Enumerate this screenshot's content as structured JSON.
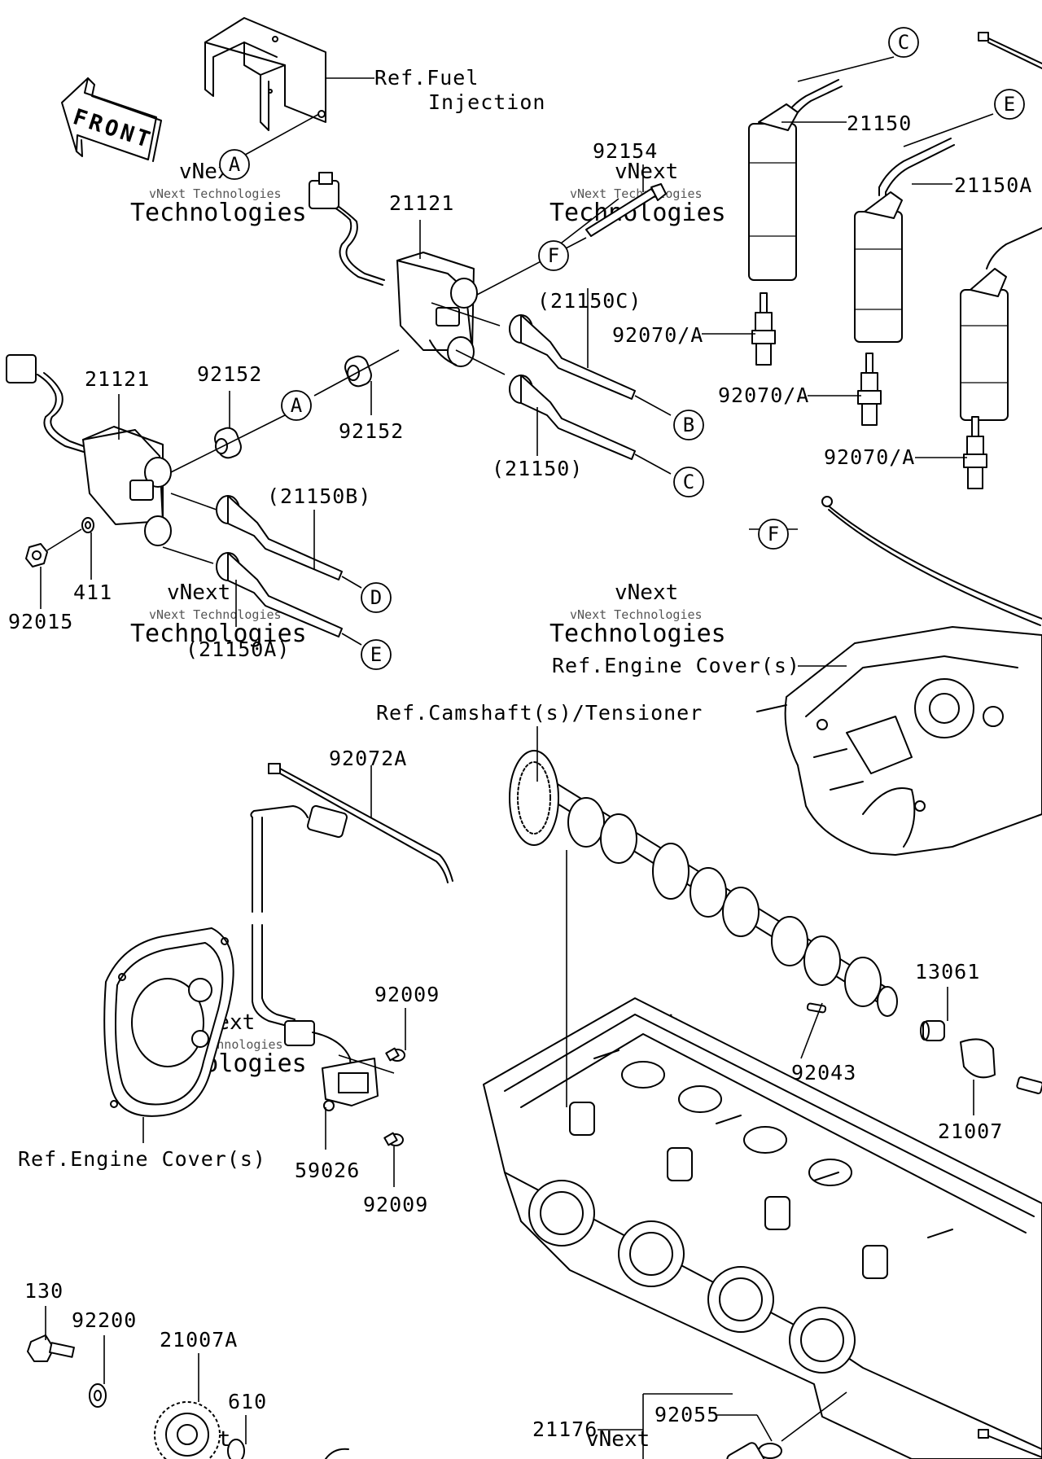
{
  "front_arrow": {
    "label": "FRONT"
  },
  "callouts": [
    {
      "key": "ref_fuel_1",
      "text": "Ref.Fuel"
    },
    {
      "key": "ref_fuel_2",
      "text": "Injection"
    },
    {
      "key": "p92154",
      "text": "92154"
    },
    {
      "key": "p21121_top",
      "text": "21121"
    },
    {
      "key": "p21150_top",
      "text": "21150"
    },
    {
      "key": "p21150a_top",
      "text": "21150A"
    },
    {
      "key": "p21150c",
      "text": "(21150C)"
    },
    {
      "key": "p92070_1",
      "text": "92070/A"
    },
    {
      "key": "p92070_2",
      "text": "92070/A"
    },
    {
      "key": "p92070_3",
      "text": "92070/A"
    },
    {
      "key": "p21121_left",
      "text": "21121"
    },
    {
      "key": "p92152_left",
      "text": "92152"
    },
    {
      "key": "p92152_mid",
      "text": "92152"
    },
    {
      "key": "p21150_paren",
      "text": "(21150)"
    },
    {
      "key": "p21150b",
      "text": "(21150B)"
    },
    {
      "key": "p411",
      "text": "411"
    },
    {
      "key": "p92015",
      "text": "92015"
    },
    {
      "key": "p21150a_paren",
      "text": "(21150A)"
    },
    {
      "key": "ref_engine_cover_right",
      "text": "Ref.Engine Cover(s)"
    },
    {
      "key": "ref_camshaft",
      "text": "Ref.Camshaft(s)/Tensioner"
    },
    {
      "key": "p92072a",
      "text": "92072A"
    },
    {
      "key": "p13061",
      "text": "13061"
    },
    {
      "key": "p92009_top",
      "text": "92009"
    },
    {
      "key": "p92043",
      "text": "92043"
    },
    {
      "key": "p21007",
      "text": "21007"
    },
    {
      "key": "ref_engine_cover_left",
      "text": "Ref.Engine Cover(s)"
    },
    {
      "key": "p59026",
      "text": "59026"
    },
    {
      "key": "p92009_bottom",
      "text": "92009"
    },
    {
      "key": "p130",
      "text": "130"
    },
    {
      "key": "p92200",
      "text": "92200"
    },
    {
      "key": "p21007a",
      "text": "21007A"
    },
    {
      "key": "p610",
      "text": "610"
    },
    {
      "key": "p21176",
      "text": "21176"
    },
    {
      "key": "p92055",
      "text": "92055"
    }
  ],
  "connector_markers": [
    {
      "key": "c_top",
      "letter": "C"
    },
    {
      "key": "e_top",
      "letter": "E"
    },
    {
      "key": "a_fuel",
      "letter": "A"
    },
    {
      "key": "f_mid",
      "letter": "F"
    },
    {
      "key": "b_plug",
      "letter": "B"
    },
    {
      "key": "c_plug",
      "letter": "C"
    },
    {
      "key": "a_mid",
      "letter": "A"
    },
    {
      "key": "d_plug",
      "letter": "D"
    },
    {
      "key": "e_plug",
      "letter": "E"
    },
    {
      "key": "f_right",
      "letter": "F"
    }
  ],
  "watermark": {
    "line1": "vNext",
    "line2": "vNext Technologies",
    "line3": "Technologies"
  }
}
